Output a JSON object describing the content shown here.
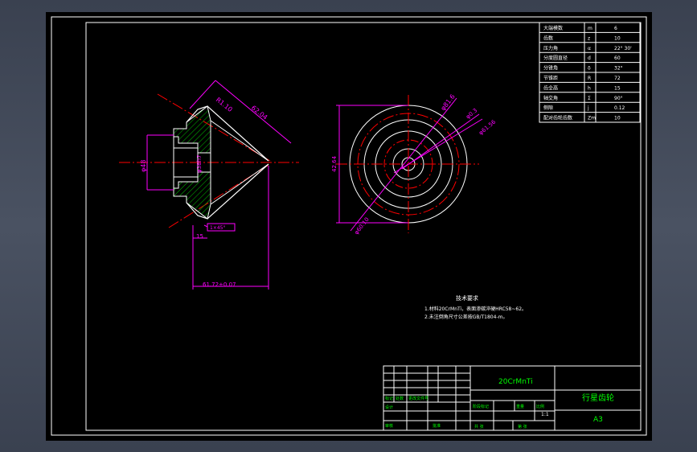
{
  "params": [
    {
      "name": "大端模数",
      "sym": "m",
      "val": "6"
    },
    {
      "name": "齿数",
      "sym": "z",
      "val": "10"
    },
    {
      "name": "压力角",
      "sym": "α",
      "val": "22° 30'"
    },
    {
      "name": "分度圆直径",
      "sym": "d",
      "val": "60"
    },
    {
      "name": "分锥角",
      "sym": "δ",
      "val": "32°"
    },
    {
      "name": "节锥距",
      "sym": "R",
      "val": "72"
    },
    {
      "name": "齿全高",
      "sym": "h",
      "val": "15"
    },
    {
      "name": "轴交角",
      "sym": "Σ",
      "val": "90°"
    },
    {
      "name": "侧隙",
      "sym": "j",
      "val": "0.12"
    },
    {
      "name": "配对齿轮齿数",
      "sym": "Zm",
      "val": "10"
    }
  ],
  "dims_left": {
    "d_top": "R1.10",
    "d_len": "62.04",
    "d_bore": "φ48",
    "d_shaft": "φ38h7",
    "d_h": "15",
    "d_chamfer": "1×45°",
    "d_base": "61.72±0.07"
  },
  "dims_right": {
    "d_outer": "φ81.6",
    "d_ring": "φ0.3",
    "d_inner": "φ61.56",
    "d_height": "42.64",
    "d_low": "φ60.10"
  },
  "tech": {
    "title": "技术要求",
    "line1": "1.材料20CrMnTi，表面渗碳淬硬HRC58~62。",
    "line2": "2.未注倒角尺寸公差按GB/T1804-m。"
  },
  "title_block": {
    "material": "20CrMnTi",
    "part_name": "行星齿轮",
    "drawing_no": "A3",
    "scale": "1:1",
    "c1": "标记",
    "c2": "处数",
    "c3": "更改文件号",
    "c4": "设计",
    "c5": "审核",
    "c6": "批准",
    "c7": "阶段标记",
    "c8": "重量",
    "c9": "比例",
    "c10": "共 张",
    "c11": "第 张"
  },
  "colors": {
    "frame": "#ffffff",
    "dim": "#ff00ff",
    "center": "#ff0000",
    "hatch": "#00ff00",
    "text": "#00ff00"
  }
}
